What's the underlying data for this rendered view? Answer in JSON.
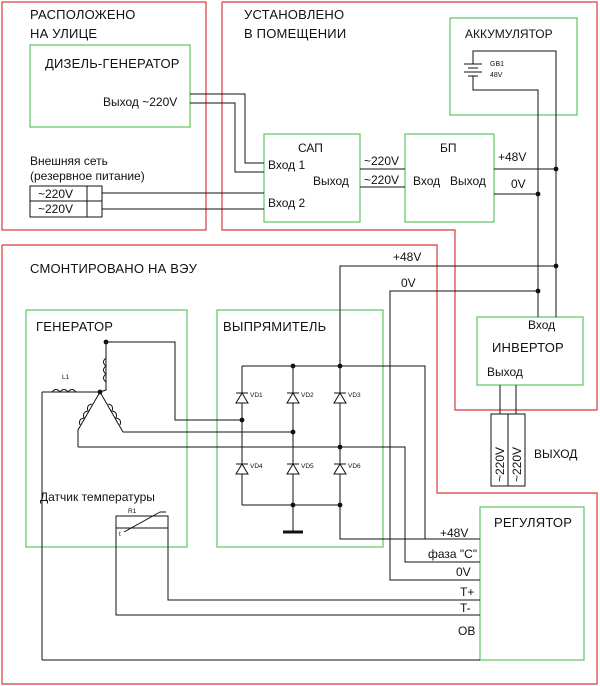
{
  "colors": {
    "zone_border": "#d83a3a",
    "block_border": "#5fc45f",
    "wire": "#111111",
    "node": "#111111"
  },
  "zones": {
    "outdoor": {
      "title_line1": "РАСПОЛОЖЕНО",
      "title_line2": "НА УЛИЦЕ"
    },
    "indoor": {
      "title_line1": "УСТАНОВЛЕНО",
      "title_line2": "В ПОМЕЩЕНИИ"
    },
    "turbine": {
      "title": "СМОНТИРОВАНО НА ВЭУ"
    }
  },
  "diesel": {
    "title": "ДИЗЕЛЬ-ГЕНЕРАТОР",
    "output": "Выход ~220V"
  },
  "grid": {
    "title_line1": "Внешняя сеть",
    "title_line2": "(резервное питание)",
    "line1": "~220V",
    "line2": "~220V"
  },
  "ats": {
    "title": "САП",
    "input1": "Вход 1",
    "input2": "Вход 2",
    "output": "Выход",
    "wire_label1": "~220V",
    "wire_label2": "~220V"
  },
  "psu": {
    "title": "БП",
    "input": "Вход",
    "output": "Выход",
    "plus": "+48V",
    "zero": "0V"
  },
  "battery": {
    "title": "АККУМУЛЯТОР",
    "ref": "GB1",
    "voltage": "48V"
  },
  "bus": {
    "plus": "+48V",
    "zero": "0V"
  },
  "inverter": {
    "title": "ИНВЕРТОР",
    "input": "Вход",
    "output": "Выход",
    "out1": "~220V",
    "out2": "~220V",
    "out_label": "ВЫХОД"
  },
  "generator": {
    "title": "ГЕНЕРАТОР",
    "coil": "L1",
    "sensor": "Датчик температуры",
    "sensor_ref": "R1",
    "sensor_mark": "t"
  },
  "rectifier": {
    "title": "ВЫПРЯМИТЕЛЬ",
    "diodes": [
      "VD1",
      "VD2",
      "VD3",
      "VD4",
      "VD5",
      "VD6"
    ]
  },
  "regulator": {
    "title": "РЕГУЛЯТОР",
    "terminals": [
      "+48V",
      "фаза \"С\"",
      "0V",
      "T+",
      "T-",
      "ОВ"
    ]
  }
}
